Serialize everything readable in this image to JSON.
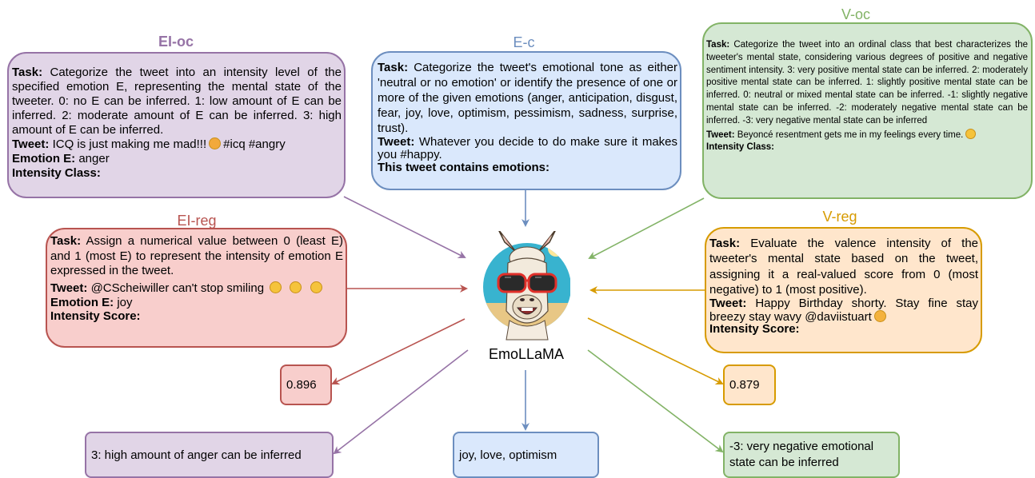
{
  "center": {
    "name": "EmoLLaMA"
  },
  "eioc": {
    "title": "EI-oc",
    "task_label": "Task:",
    "task_text": "Categorize the tweet into an intensity level of the specified emotion E, representing the mental state of the tweeter. 0: no E can be inferred. 1: low amount of E can be inferred. 2: moderate amount of E can be inferred. 3: high amount of E can be inferred.",
    "tweet_label": "Tweet:",
    "tweet_text": "ICQ is just making me mad!!!",
    "tweet_tail": "#icq #angry",
    "emotion_label": "Emotion E:",
    "emotion_text": "anger",
    "class_label": "Intensity Class:",
    "output": "3: high amount of anger can be inferred"
  },
  "ec": {
    "title": "E-c",
    "task_label": "Task:",
    "task_text": "Categorize the tweet's emotional tone as either 'neutral or no emotion' or identify the presence of one or more of the given emotions (anger, anticipation, disgust, fear, joy, love, optimism, pessimism, sadness, surprise, trust).",
    "tweet_label": "Tweet:",
    "tweet_text": "Whatever you decide to do make sure it makes you #happy.",
    "contains_label": "This tweet contains emotions:",
    "output": "joy, love, optimism"
  },
  "voc": {
    "title": "V-oc",
    "task_label": "Task:",
    "task_text": "Categorize the tweet into an ordinal class that best characterizes the tweeter's mental state, considering various degrees of positive and negative sentiment intensity. 3: very positive mental state can be inferred. 2: moderately positive mental state can be inferred. 1: slightly positive mental state can be inferred. 0: neutral or mixed mental state can be inferred. -1: slightly negative mental state can be inferred. -2: moderately negative mental state can be inferred. -3: very negative mental state can be inferred",
    "tweet_label": "Tweet:",
    "tweet_text": "Beyoncé resentment gets me in my feelings every time.",
    "class_label": "Intensity Class:",
    "output": "-3: very negative emotional state can be inferred"
  },
  "eireg": {
    "title": "EI-reg",
    "task_label": "Task:",
    "task_text": "Assign a numerical value between 0 (least E) and 1 (most E) to represent the intensity of emotion E expressed in the tweet.",
    "tweet_label": "Tweet:",
    "tweet_text": "@CScheiwiller can't stop smiling",
    "emotion_label": "Emotion E:",
    "emotion_text": "joy",
    "score_label": "Intensity Score:",
    "output": "0.896"
  },
  "vreg": {
    "title": "V-reg",
    "task_label": "Task:",
    "task_text": "Evaluate the valence intensity of the tweeter's mental state based on the tweet, assigning it a real-valued score from 0 (most negative) to 1 (most positive).",
    "tweet_label": "Tweet:",
    "tweet_text": "Happy Birthday shorty. Stay fine stay breezy stay wavy @daviistuart",
    "score_label": "Intensity Score:",
    "output": "0.879"
  },
  "colors": {
    "purple": "#9673a6",
    "purple_fill": "#e1d5e7",
    "blue": "#6c8ebf",
    "blue_fill": "#dae8fc",
    "green": "#82b366",
    "green_fill": "#d5e8d4",
    "red": "#b85450",
    "red_fill": "#f8cecc",
    "orange": "#d79b00",
    "orange_fill": "#ffe6cc"
  }
}
